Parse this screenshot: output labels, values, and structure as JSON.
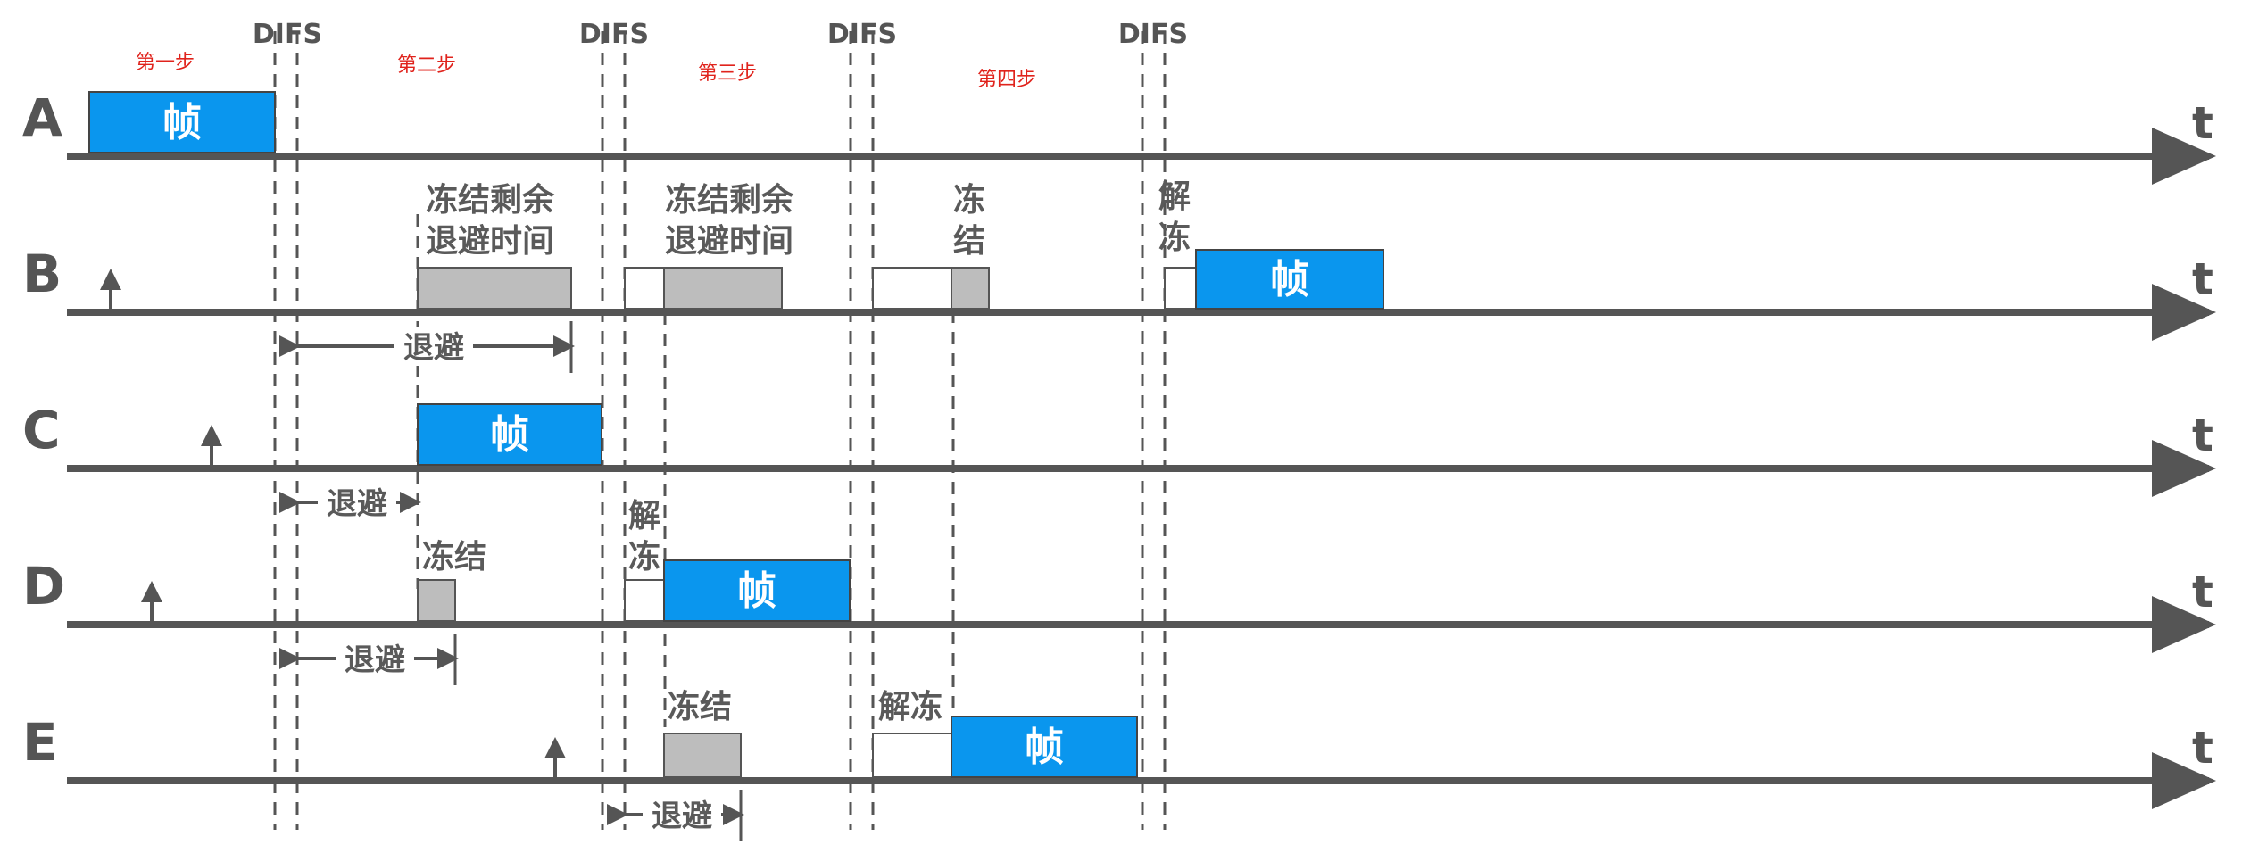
{
  "labels": {
    "difs": "DIFS",
    "time_axis": "t",
    "frame": "帧",
    "backoff": "退避",
    "freeze": "冻结",
    "unfreeze": "解冻",
    "freeze_remaining_line1": "冻结剩余",
    "freeze_remaining_line2": "退避时间",
    "freeze_char1": "冻",
    "freeze_char2": "结",
    "unfreeze_char1": "解",
    "unfreeze_char2": "冻"
  },
  "steps": [
    "第一步",
    "第二步",
    "第三步",
    "第四步"
  ],
  "stations": [
    "A",
    "B",
    "C",
    "D",
    "E"
  ],
  "colors": {
    "frame": "#0a96ee",
    "backoff_block": "#bdbdbd",
    "axis": "#555555",
    "step_text": "#e0231c"
  }
}
